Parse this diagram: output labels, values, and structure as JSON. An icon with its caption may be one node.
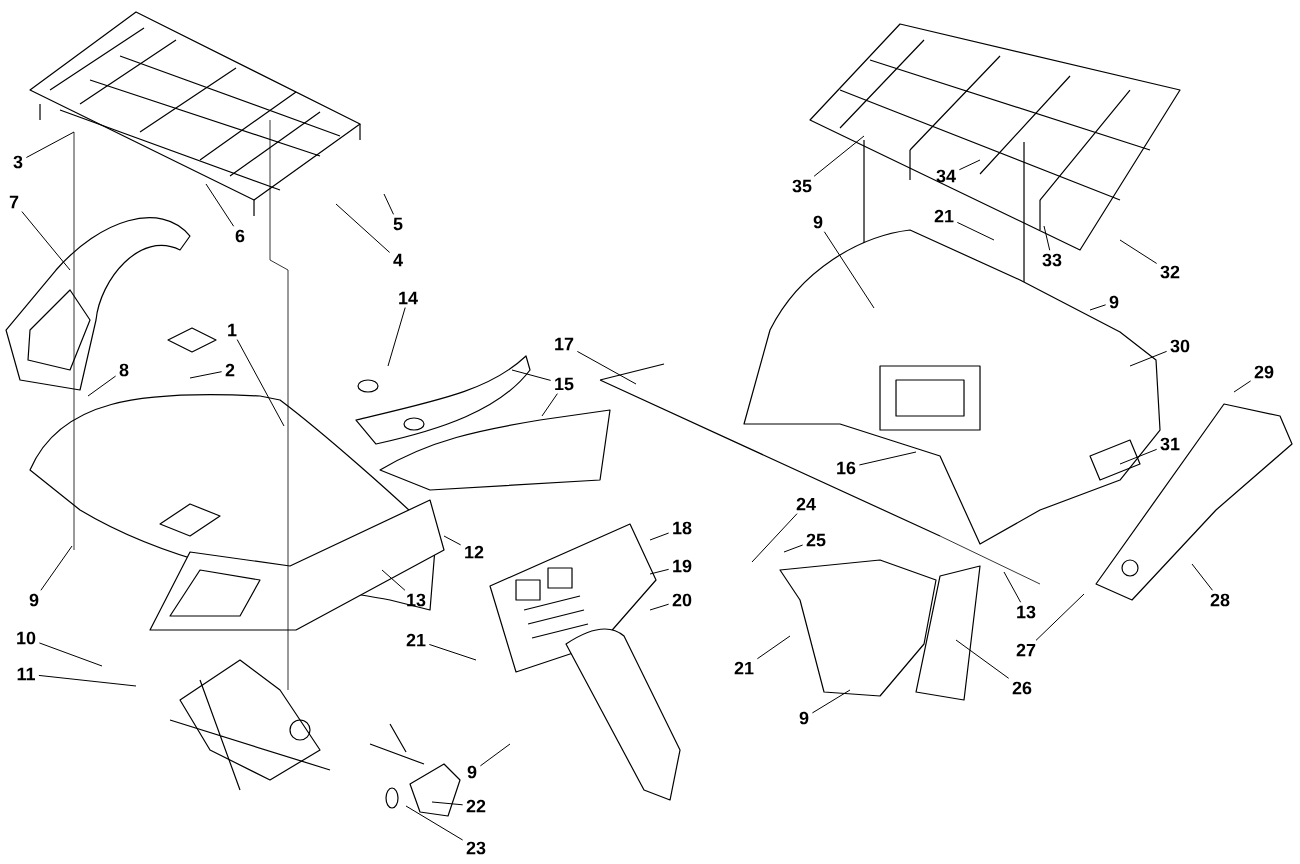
{
  "diagram": {
    "nodes": [
      {
        "text": [
          "3"
        ]
      },
      {
        "text": [
          "34"
        ]
      },
      {
        "text": [
          "35"
        ]
      },
      {
        "text": [
          "7"
        ]
      },
      {
        "text": [
          "21"
        ]
      },
      {
        "text": [
          "9"
        ]
      },
      {
        "text": [
          "5"
        ]
      },
      {
        "text": [
          "6"
        ]
      },
      {
        "text": [
          "33"
        ]
      },
      {
        "text": [
          "4"
        ]
      },
      {
        "text": [
          "32"
        ]
      },
      {
        "text": [
          "14"
        ]
      },
      {
        "text": [
          "9"
        ]
      },
      {
        "text": [
          "1"
        ]
      },
      {
        "text": [
          "17"
        ]
      },
      {
        "text": [
          "30"
        ]
      },
      {
        "text": [
          "8"
        ]
      },
      {
        "text": [
          "2"
        ]
      },
      {
        "text": [
          "29"
        ]
      },
      {
        "text": [
          "15"
        ]
      },
      {
        "text": [
          "31"
        ]
      },
      {
        "text": [
          "16"
        ]
      },
      {
        "text": [
          "24"
        ]
      },
      {
        "text": [
          "18"
        ]
      },
      {
        "text": [
          "25"
        ]
      },
      {
        "text": [
          "12"
        ]
      },
      {
        "text": [
          "19"
        ]
      },
      {
        "text": [
          "9"
        ]
      },
      {
        "text": [
          "13"
        ]
      },
      {
        "text": [
          "20"
        ]
      },
      {
        "text": [
          "28"
        ]
      },
      {
        "text": [
          "13"
        ]
      },
      {
        "text": [
          "10"
        ]
      },
      {
        "text": [
          "21"
        ]
      },
      {
        "text": [
          "27"
        ]
      },
      {
        "text": [
          "21"
        ]
      },
      {
        "text": [
          "11"
        ]
      },
      {
        "text": [
          "26"
        ]
      },
      {
        "text": [
          "9"
        ]
      },
      {
        "text": [
          "9"
        ]
      },
      {
        "text": [
          "22"
        ]
      },
      {
        "text": [
          "23"
        ]
      }
    ],
    "edges": [
      {
        "from": 0,
        "to": null,
        "arrow": "none"
      },
      {
        "from": 1,
        "to": null,
        "arrow": "none"
      },
      {
        "from": 2,
        "to": null,
        "arrow": "none"
      },
      {
        "from": 3,
        "to": null,
        "arrow": "none"
      },
      {
        "from": 4,
        "to": null,
        "arrow": "none"
      },
      {
        "from": 5,
        "to": null,
        "arrow": "none"
      },
      {
        "from": 6,
        "to": null,
        "arrow": "none"
      },
      {
        "from": 7,
        "to": null,
        "arrow": "none"
      },
      {
        "from": 8,
        "to": null,
        "arrow": "none"
      },
      {
        "from": 9,
        "to": null,
        "arrow": "none"
      },
      {
        "from": 10,
        "to": null,
        "arrow": "none"
      },
      {
        "from": 11,
        "to": null,
        "arrow": "none"
      },
      {
        "from": 12,
        "to": null,
        "arrow": "none"
      },
      {
        "from": 13,
        "to": null,
        "arrow": "none"
      },
      {
        "from": 14,
        "to": null,
        "arrow": "none"
      },
      {
        "from": 15,
        "to": null,
        "arrow": "none"
      },
      {
        "from": 16,
        "to": null,
        "arrow": "none"
      },
      {
        "from": 17,
        "to": null,
        "arrow": "none"
      },
      {
        "from": 18,
        "to": null,
        "arrow": "none"
      },
      {
        "from": 19,
        "to": null,
        "arrow": "none"
      },
      {
        "from": 20,
        "to": null,
        "arrow": "none"
      },
      {
        "from": 21,
        "to": null,
        "arrow": "none"
      },
      {
        "from": 22,
        "to": null,
        "arrow": "none"
      },
      {
        "from": 23,
        "to": null,
        "arrow": "none"
      },
      {
        "from": 24,
        "to": null,
        "arrow": "none"
      },
      {
        "from": 25,
        "to": null,
        "arrow": "none"
      },
      {
        "from": 26,
        "to": null,
        "arrow": "none"
      },
      {
        "from": 27,
        "to": null,
        "arrow": "none"
      },
      {
        "from": 28,
        "to": null,
        "arrow": "none"
      },
      {
        "from": 29,
        "to": null,
        "arrow": "none"
      },
      {
        "from": 30,
        "to": null,
        "arrow": "none"
      },
      {
        "from": 31,
        "to": null,
        "arrow": "none"
      },
      {
        "from": 32,
        "to": null,
        "arrow": "none"
      },
      {
        "from": 33,
        "to": null,
        "arrow": "none"
      },
      {
        "from": 34,
        "to": null,
        "arrow": "none"
      },
      {
        "from": 35,
        "to": null,
        "arrow": "none"
      },
      {
        "from": 36,
        "to": null,
        "arrow": "none"
      },
      {
        "from": 37,
        "to": null,
        "arrow": "none"
      },
      {
        "from": 38,
        "to": null,
        "arrow": "none"
      },
      {
        "from": 39,
        "to": null,
        "arrow": "none"
      },
      {
        "from": 40,
        "to": null,
        "arrow": "none"
      },
      {
        "from": 41,
        "to": null,
        "arrow": "none"
      },
      {
        "from": 19,
        "to": null,
        "arrow": "none"
      }
    ]
  }
}
